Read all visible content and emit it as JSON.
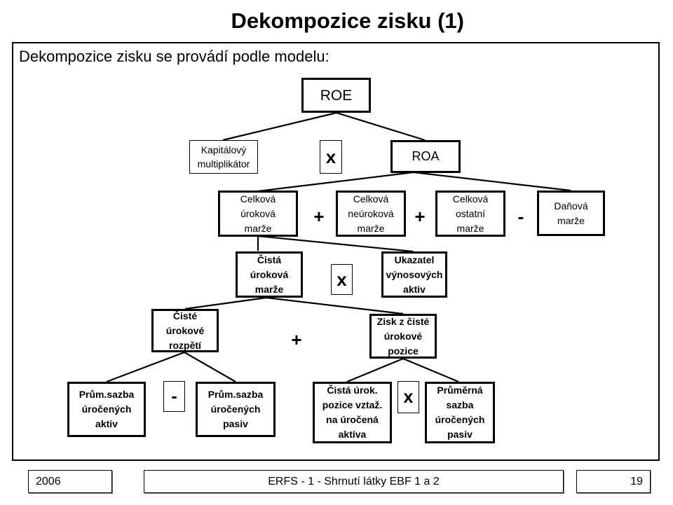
{
  "slide": {
    "title": "Dekompozice zisku (1)",
    "subtitle": "Dekompozice zisku se provádí podle modelu:"
  },
  "nodes": {
    "roe": "ROE",
    "kapitalovy_multiplikator": "Kapitálový\nmultiplikátor",
    "roa": "ROA",
    "celkova_urokova_marze": "Celková\núroková\nmarže",
    "celkova_neurokova_marze": "Celková\nneúroková\nmarže",
    "celkova_ostatni_marze": "Celková\nostatní\nmarže",
    "danova_marze": "Daňová\nmarže",
    "cista_urokova_marze": "Čistá\núroková\nmarže",
    "ukazatel_vynosovych_aktiv": "Ukazatel\nvýnosových\naktiv",
    "ciste_urokove_rozpeti": "Čisté\núrokové\nrozpětí",
    "zisk_z_ciste_urokove_pozice": "Zisk z čisté\núrokové\npozice",
    "prum_sazba_urocenych_aktiv": "Prům.sazba\núročených\naktiv",
    "prum_sazba_urocenych_pasiv": "Prům.sazba\núročených\npasiv",
    "cista_urok_pozice": "Čistá úrok.\npozice vztaž.\nna úročená\naktiva",
    "prumerna_sazba_urocenych_pasiv": "Průměrná\nsazba\núročených\npasiv"
  },
  "operators": {
    "times_1": "x",
    "plus_1": "+",
    "plus_2": "+",
    "minus_1": "-",
    "times_2": "x",
    "plus_3": "+",
    "minus_2": "-",
    "times_3": "x"
  },
  "footer": {
    "year": "2006",
    "center": "ERFS - 1 - Shrnutí látky EBF 1 a 2",
    "page": "19"
  }
}
